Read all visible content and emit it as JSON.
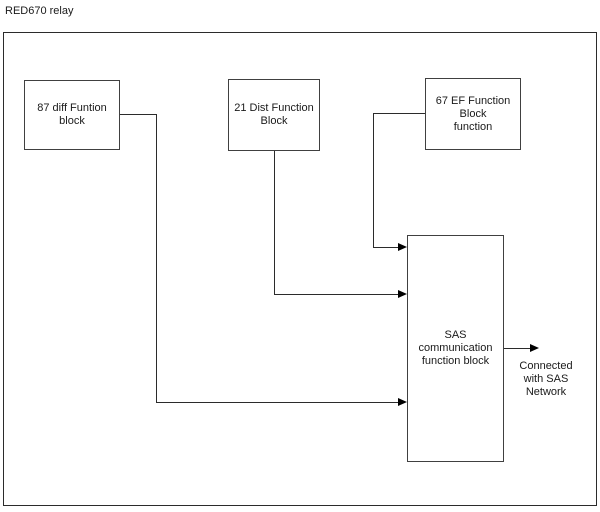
{
  "title": "RED670 relay",
  "blocks": {
    "b87": {
      "id": "87",
      "label": "87 diff Funtion block",
      "lines": [
        "87 diff Funtion",
        "block"
      ]
    },
    "b21": {
      "id": "21",
      "label": "21 Dist Function Block",
      "lines": [
        "21 Dist Function",
        "Block"
      ]
    },
    "b67": {
      "id": "67",
      "label": "67 EF Function Block function",
      "lines": [
        "67 EF Function",
        "Block",
        "function"
      ]
    },
    "sas": {
      "id": "SAS",
      "label": "SAS communication function block",
      "lines": [
        "SAS",
        "communication",
        "function block"
      ]
    }
  },
  "annotations": {
    "network": {
      "label": "Connected with SAS Network",
      "lines": [
        "Connected",
        "with SAS",
        "Network"
      ]
    }
  },
  "connections": [
    {
      "from": "87 diff Funtion block",
      "to": "SAS communication function block",
      "style": "arrow"
    },
    {
      "from": "21 Dist Function Block",
      "to": "SAS communication function block",
      "style": "arrow"
    },
    {
      "from": "67 EF Function Block function",
      "to": "SAS communication function block",
      "style": "arrow"
    },
    {
      "from": "SAS communication function block",
      "to": "SAS Network",
      "style": "arrow"
    }
  ],
  "colors": {
    "background": "#ffffff",
    "boundary_border": "#2b2b2b",
    "block_border": "#404040",
    "wire": "#2b2b2b",
    "arrow": "#000000",
    "text": "#1a1a1a"
  }
}
